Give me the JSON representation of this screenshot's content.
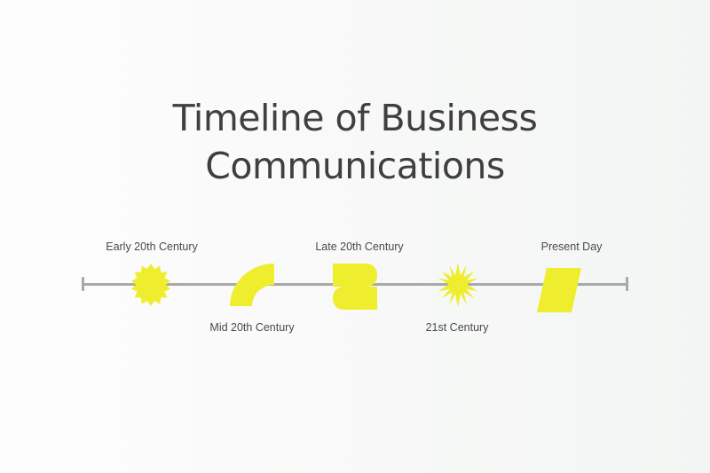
{
  "title": {
    "line1": "Timeline of Business",
    "line2": "Communications"
  },
  "colors": {
    "marker": "#eeee2f",
    "axis": "#a9a9a9",
    "title": "#3f3f3f",
    "label": "#4a4a4a"
  },
  "timeline": {
    "events": [
      {
        "label": "Early 20th Century",
        "position": "above",
        "shape": "starburst-14-icon"
      },
      {
        "label": "Mid 20th Century",
        "position": "below",
        "shape": "quarter-arch-icon"
      },
      {
        "label": "Late 20th Century",
        "position": "above",
        "shape": "rounded-s-block-icon"
      },
      {
        "label": "21st Century",
        "position": "below",
        "shape": "sparkle-star-icon"
      },
      {
        "label": "Present Day",
        "position": "above",
        "shape": "parallelogram-icon"
      }
    ]
  }
}
